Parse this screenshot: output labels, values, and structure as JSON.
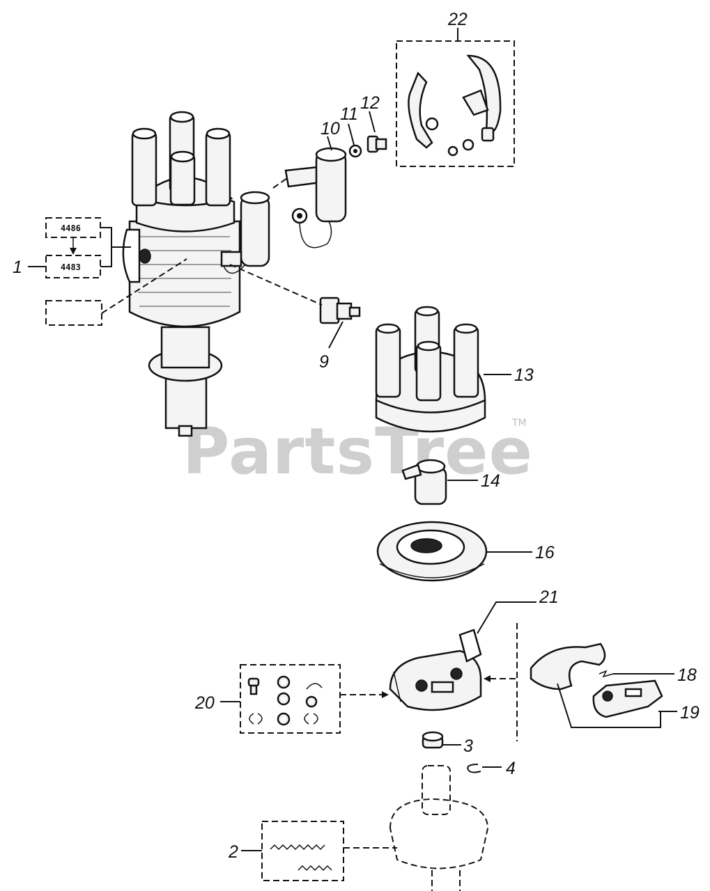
{
  "watermark": {
    "text": "PartsTree",
    "trademark": "TM"
  },
  "callouts": {
    "c1": "1",
    "c2": "2",
    "c3": "3",
    "c4": "4",
    "c9": "9",
    "c10": "10",
    "c11": "11",
    "c12": "12",
    "c13": "13",
    "c14": "14",
    "c16": "16",
    "c18": "18",
    "c19": "19",
    "c20": "20",
    "c21": "21",
    "c22": "22"
  },
  "kit_codes": {
    "upper": "4486",
    "lower": "4483"
  },
  "colors": {
    "ink": "#111111",
    "watermark": "#cfcfcf",
    "background": "#ffffff"
  }
}
